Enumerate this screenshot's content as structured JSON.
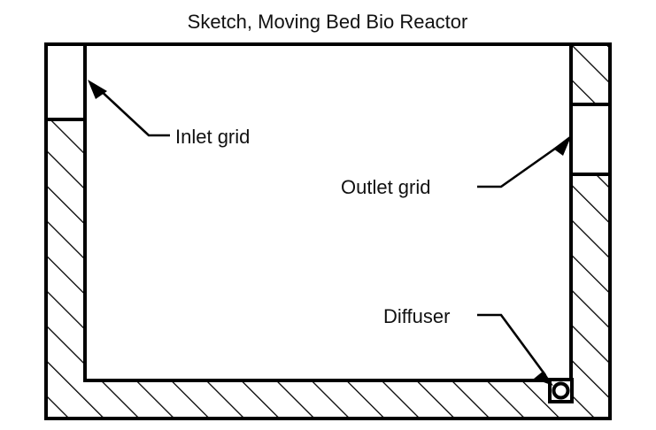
{
  "figure": {
    "title": "Sketch, Moving Bed Bio Reactor",
    "background_color": "#ffffff",
    "line_color": "#000000",
    "type": "engineering-sketch",
    "subject": "Moving Bed Bio Reactor cross-section"
  },
  "annotations": [
    {
      "id": "inlet-grid",
      "label": "Inlet grid",
      "icon": "dotted-grid-line",
      "points_to": "left wall inner face, upper chamber"
    },
    {
      "id": "outlet-grid",
      "label": "Outlet grid",
      "icon": "dotted-grid-line",
      "points_to": "right wall inner face, upper chamber"
    },
    {
      "id": "diffuser",
      "label": "Diffuser",
      "icon": "circle-in-square",
      "points_to": "bottom right corner of tank floor"
    }
  ],
  "components": {
    "tank_wall": "hatched concrete wall",
    "inlet_chamber": "open chamber, left wall top",
    "outlet_chamber": "open chamber, right wall upper",
    "reactor_volume": "open reactor basin",
    "floor": "hatched concrete floor"
  }
}
